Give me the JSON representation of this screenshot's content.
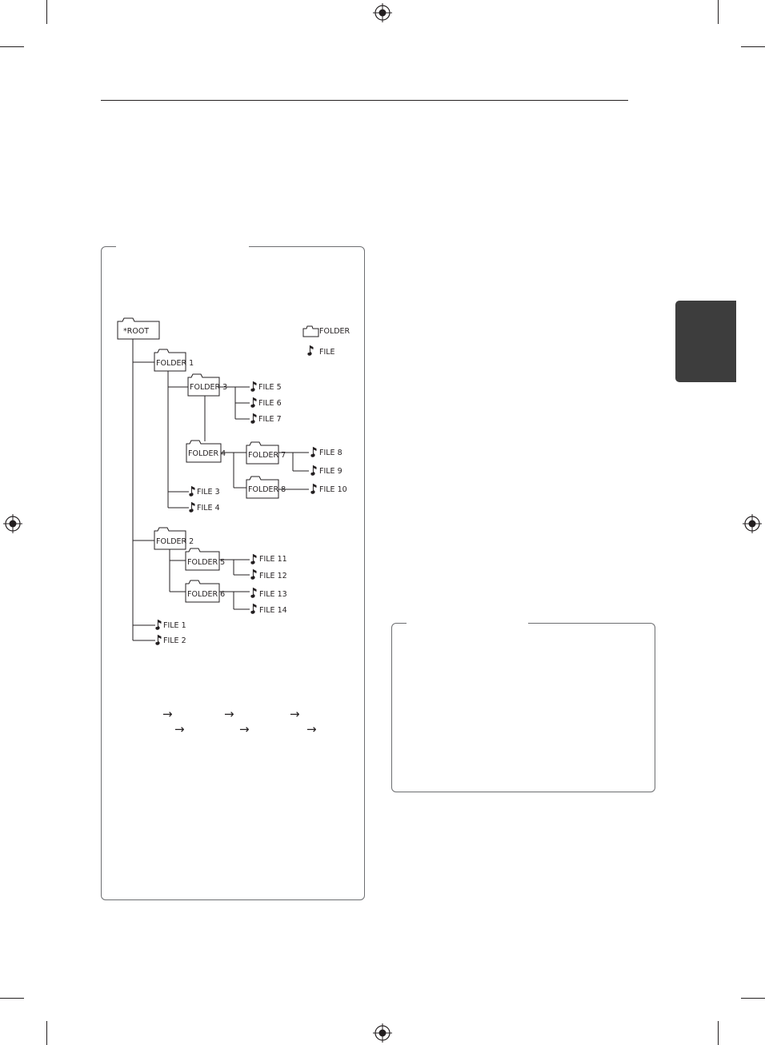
{
  "diagram": {
    "root": "*ROOT",
    "legend": {
      "folder_label": "FOLDER",
      "file_label": "FILE"
    },
    "folders": {
      "folder1": "FOLDER 1",
      "folder2": "FOLDER 2",
      "folder3": "FOLDER 3",
      "folder4": "FOLDER 4",
      "folder5": "FOLDER 5",
      "folder6": "FOLDER 6",
      "folder7": "FOLDER 7",
      "folder8": "FOLDER 8"
    },
    "files": {
      "file1": "FILE 1",
      "file2": "FILE 2",
      "file3": "FILE 3",
      "file4": "FILE 4",
      "file5": "FILE 5",
      "file6": "FILE 6",
      "file7": "FILE 7",
      "file8": "FILE 8",
      "file9": "FILE 9",
      "file10": "FILE 10",
      "file11": "FILE 11",
      "file12": "FILE 12",
      "file13": "FILE 13",
      "file14": "FILE 14"
    }
  },
  "sequence_arrows": {
    "row1": [
      "→",
      "→",
      "→"
    ],
    "row2": [
      "→",
      "→",
      "→"
    ]
  },
  "icons": {
    "folder": "folder-icon",
    "file": "music-note-icon",
    "registration": "registration-mark-icon"
  },
  "colors": {
    "text": "#231f20",
    "panel_border": "#6d6e71",
    "chapter_tab": "#3d3d3d"
  }
}
